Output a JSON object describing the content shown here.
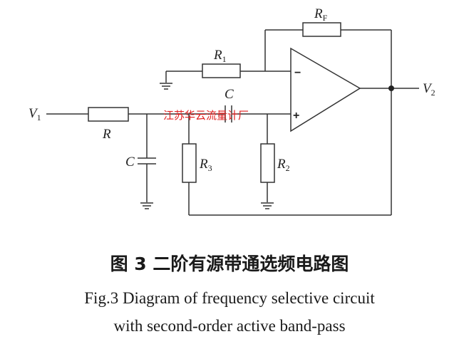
{
  "diagram": {
    "labels": {
      "rf_main": "R",
      "rf_sub": "F",
      "r1_main": "R",
      "r1_sub": "1",
      "cser": "C",
      "v1_main": "V",
      "v1_sub": "1",
      "v2_main": "V",
      "v2_sub": "2",
      "r": "R",
      "cshunt": "C",
      "r3_main": "R",
      "r3_sub": "3",
      "r2_main": "R",
      "r2_sub": "2",
      "minus": "−",
      "plus": "+"
    },
    "watermark": "江苏华云流量计厂"
  },
  "caption": {
    "zh": "图 3   二阶有源带通选频电路图",
    "en_line1": "Fig.3 Diagram of frequency selective circuit",
    "en_line2": "with second-order active band-pass"
  }
}
